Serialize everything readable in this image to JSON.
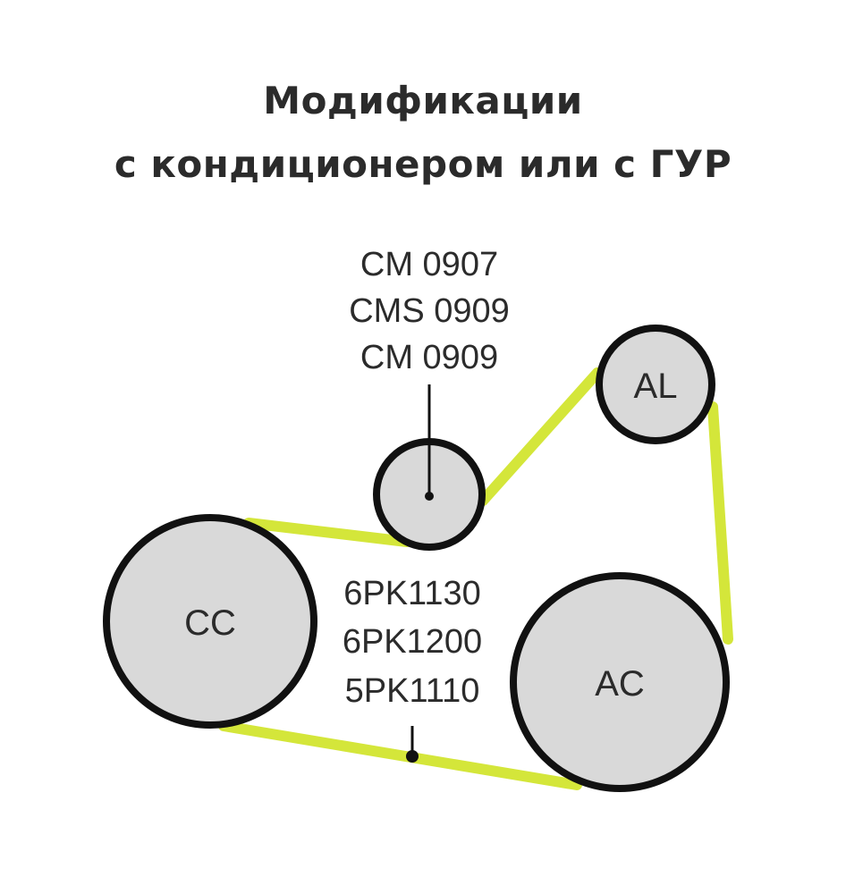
{
  "title": {
    "line1": "Модификации",
    "line2": "с кондиционером или с  ГУР"
  },
  "pulleys": {
    "cc": "CC",
    "ac": "AC",
    "al": "AL",
    "tensioner": ""
  },
  "tensioner_codes": [
    "CM 0907",
    "CMS 0909",
    "CM 0909"
  ],
  "belt_codes": [
    "6PK1130",
    "6PK1200",
    "5PK1110"
  ],
  "colors": {
    "belt": "#d4e63a",
    "pulley_fill": "#d9d9d9",
    "pulley_stroke": "#111111",
    "text": "#2b2b2b"
  }
}
